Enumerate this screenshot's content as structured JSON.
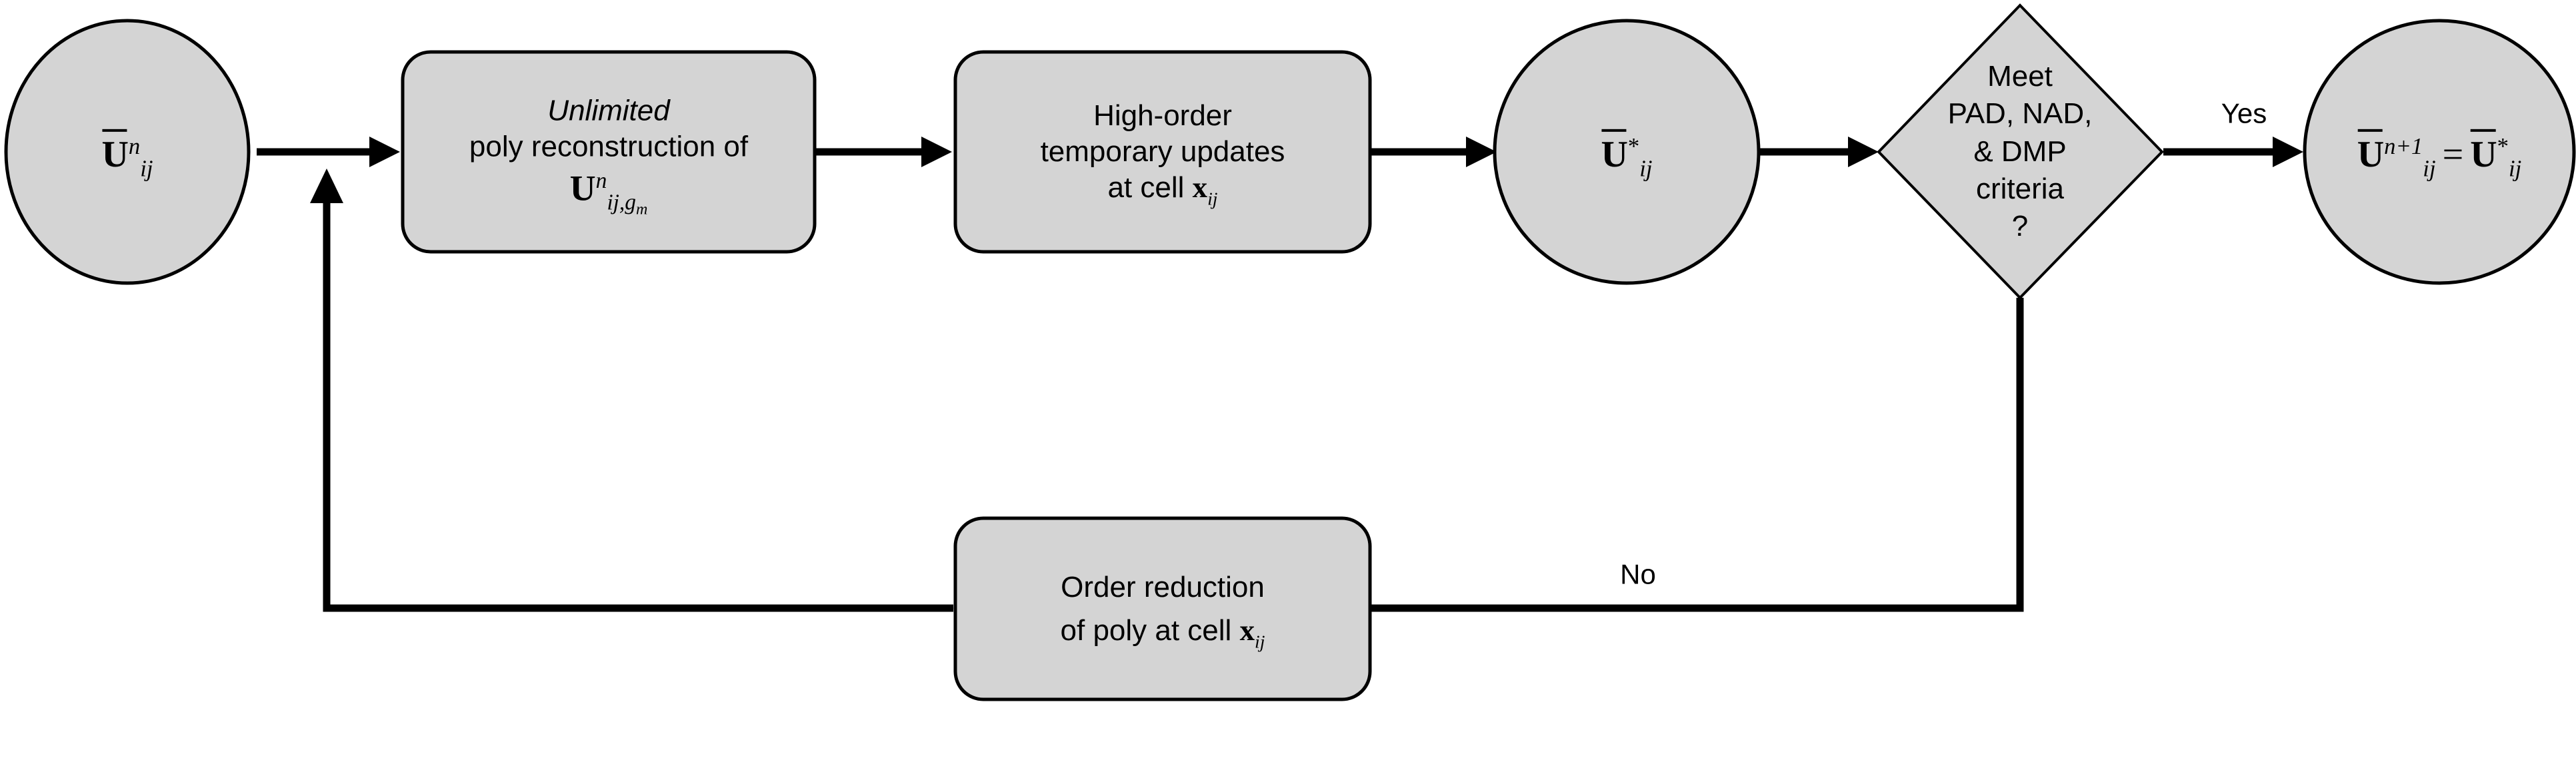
{
  "diagram": {
    "title": "MOOD limiting loop flowchart",
    "background_color": "#ffffff",
    "node_fill_color": "#d4d4d4",
    "node_stroke_color": "#000000",
    "nodes": [
      {
        "id": "start-state",
        "shape": "ellipse",
        "label_plain": "Ūⁿ_ij",
        "math": {
          "base": "U",
          "overbar": true,
          "sup": "n",
          "sub": "ij"
        }
      },
      {
        "id": "poly-reconstruction",
        "shape": "rounded-rect",
        "line1_emphasis": "Unlimited",
        "line2": "poly reconstruction of",
        "line3_plain": "Uⁿ_ij,gm",
        "math": {
          "base": "U",
          "overbar": false,
          "sup": "n",
          "sub": "ij,g",
          "subsub": "m"
        }
      },
      {
        "id": "temporary-updates",
        "shape": "rounded-rect",
        "line1": "High-order",
        "line2": "temporary updates",
        "line3_prefix": "at cell",
        "line3_math_plain": "x_ij",
        "math": {
          "base": "x",
          "sub": "ij"
        }
      },
      {
        "id": "candidate-state",
        "shape": "ellipse",
        "label_plain": "Ū*_ij",
        "math": {
          "base": "U",
          "overbar": true,
          "sup": "*",
          "sub": "ij"
        }
      },
      {
        "id": "criteria-decision",
        "shape": "diamond",
        "lines": [
          "Meet",
          "PAD, NAD,",
          "& DMP",
          "criteria",
          "?"
        ]
      },
      {
        "id": "accepted-state",
        "shape": "ellipse",
        "label_plain": "Ūⁿ⁺¹_ij = Ū*_ij",
        "math_left": {
          "base": "U",
          "overbar": true,
          "sup": "n+1",
          "sub": "ij"
        },
        "operator": "=",
        "math_right": {
          "base": "U",
          "overbar": true,
          "sup": "*",
          "sub": "ij"
        }
      },
      {
        "id": "order-reduction",
        "shape": "rounded-rect",
        "line1": "Order reduction",
        "line2_prefix": "of poly at cell",
        "line2_math_plain": "x_ij",
        "math": {
          "base": "x",
          "sub": "ij"
        }
      }
    ],
    "edges": [
      {
        "id": "edge-start-to-poly",
        "from": "start-state",
        "to": "poly-reconstruction",
        "label": ""
      },
      {
        "id": "edge-poly-to-updates",
        "from": "poly-reconstruction",
        "to": "temporary-updates",
        "label": ""
      },
      {
        "id": "edge-updates-to-candidate",
        "from": "temporary-updates",
        "to": "candidate-state",
        "label": ""
      },
      {
        "id": "edge-candidate-to-decision",
        "from": "candidate-state",
        "to": "criteria-decision",
        "label": ""
      },
      {
        "id": "edge-decision-yes",
        "from": "criteria-decision",
        "to": "accepted-state",
        "label": "Yes"
      },
      {
        "id": "edge-decision-no",
        "from": "criteria-decision",
        "to": "order-reduction",
        "label": "No"
      },
      {
        "id": "edge-reduction-feedback",
        "from": "order-reduction",
        "to": "poly-reconstruction",
        "label": ""
      }
    ]
  }
}
